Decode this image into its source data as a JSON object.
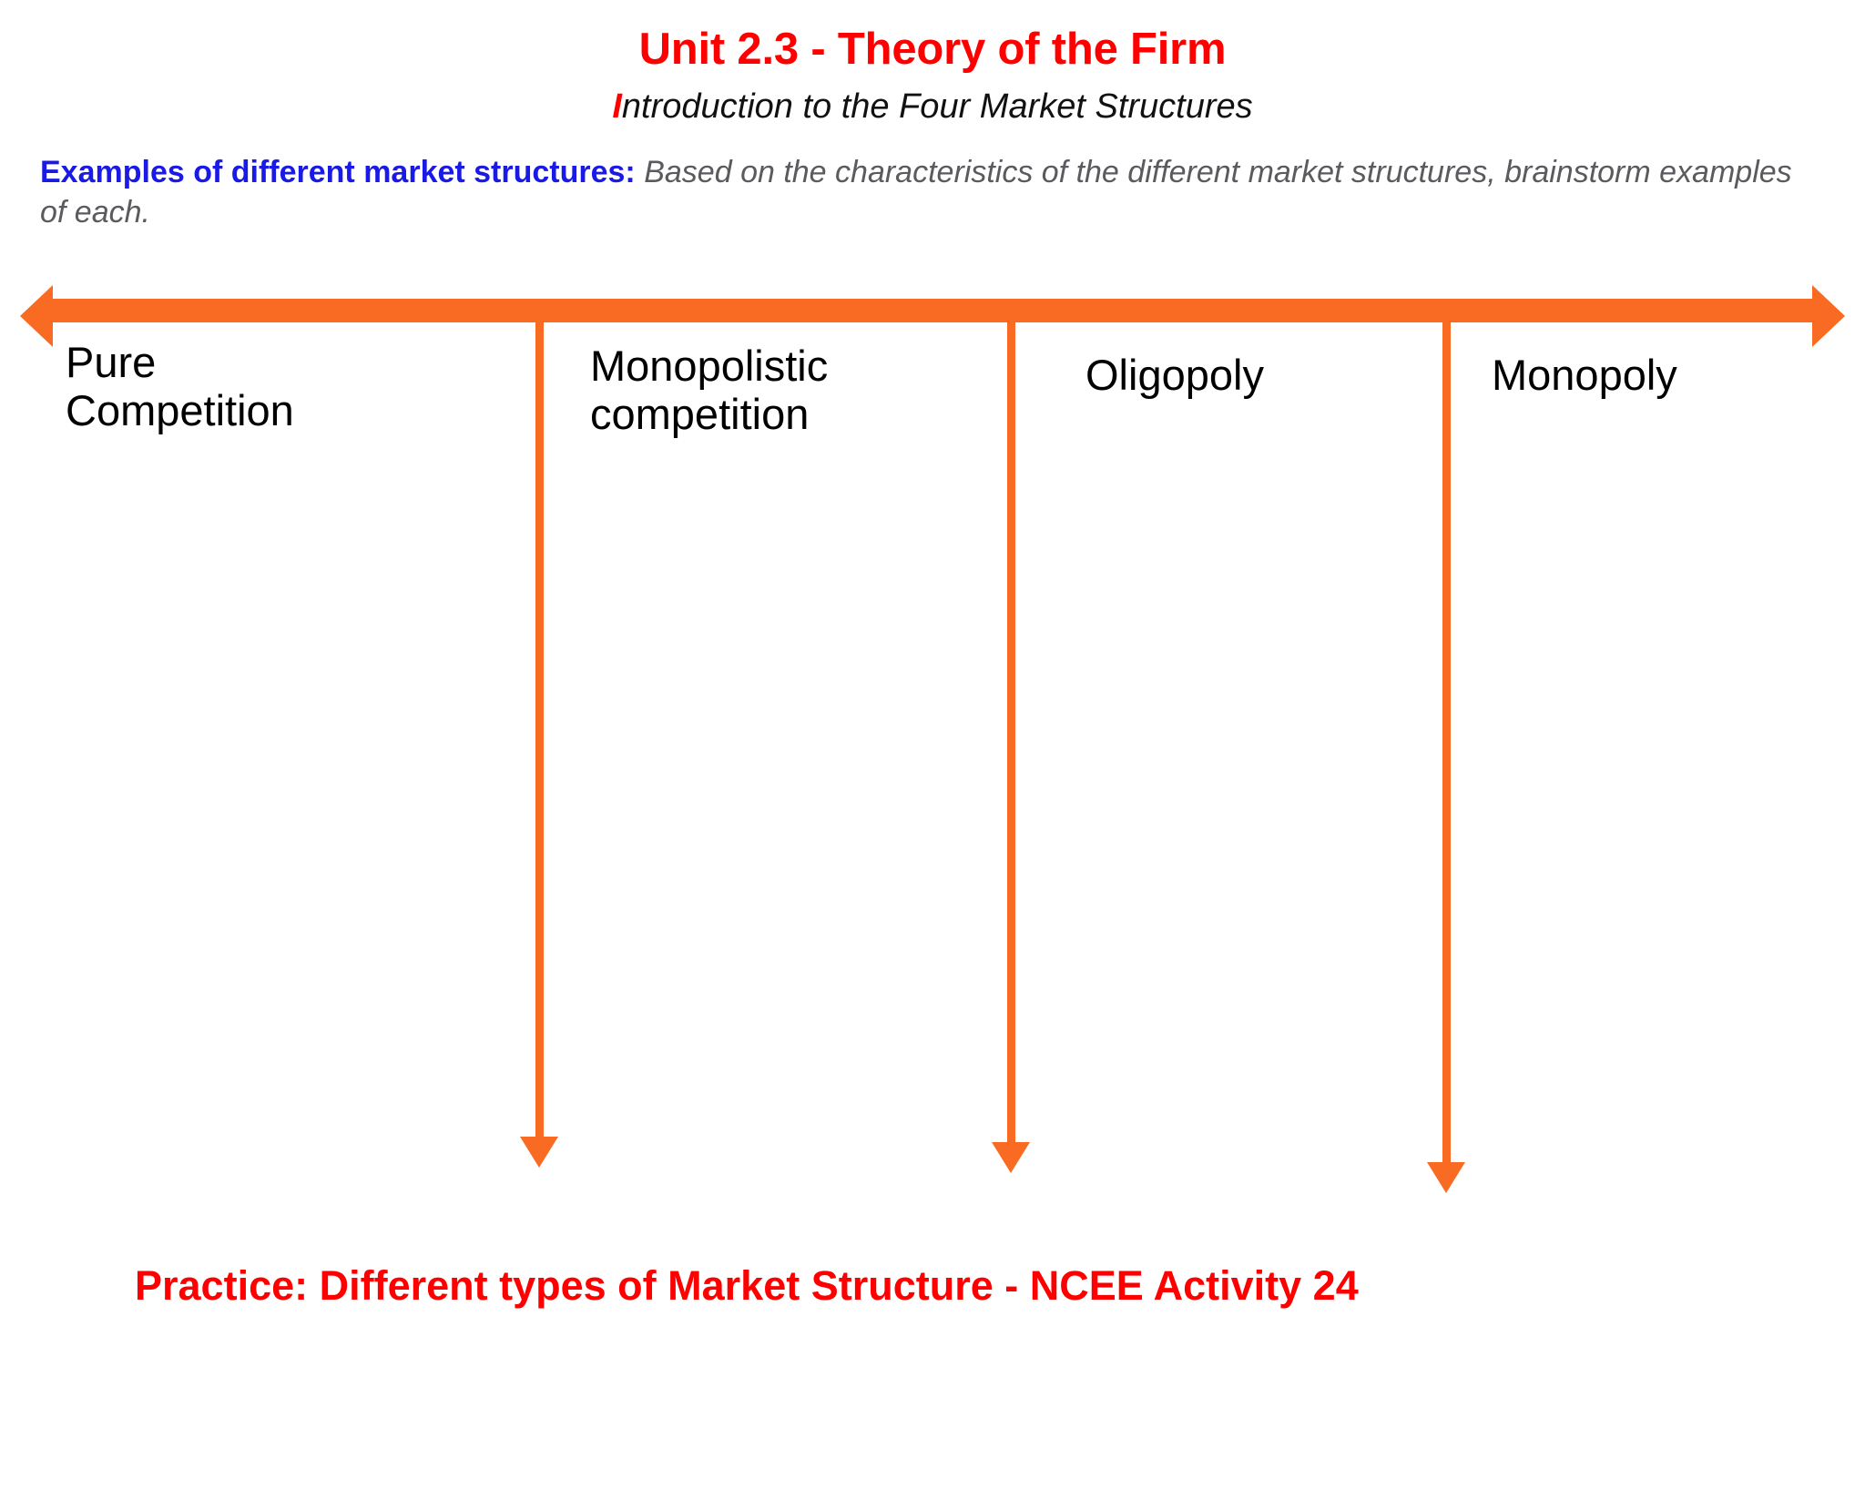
{
  "slide": {
    "title": "Unit 2.3 - Theory of the Firm",
    "subtitle_drop_cap": "I",
    "subtitle_rest": "ntroduction to the Four Market Structures",
    "instruction_lead": "Examples of different market structures:",
    "instruction_body": " Based on the characteristics of the different market structures, brainstorm examples of each.",
    "practice_note": "Practice: Different types of Market Structure - NCEE Activity 24"
  },
  "spectrum": {
    "accent_color": "#F96A22",
    "left_arrowhead": "left-arrowhead-icon",
    "right_arrowhead": "right-arrowhead-icon",
    "categories": [
      {
        "label": "Pure\nCompetition",
        "has_divider": false
      },
      {
        "label": "Monopolistic\ncompetition",
        "has_divider": true
      },
      {
        "label": "Oligopoly",
        "has_divider": true
      },
      {
        "label": "Monopoly",
        "has_divider": true
      }
    ]
  },
  "colors": {
    "title_red": "#FF0000",
    "lead_blue": "#1A1AE6",
    "body_gray": "#5A5A5F",
    "accent_orange": "#F96A22",
    "label_black": "#000000"
  }
}
